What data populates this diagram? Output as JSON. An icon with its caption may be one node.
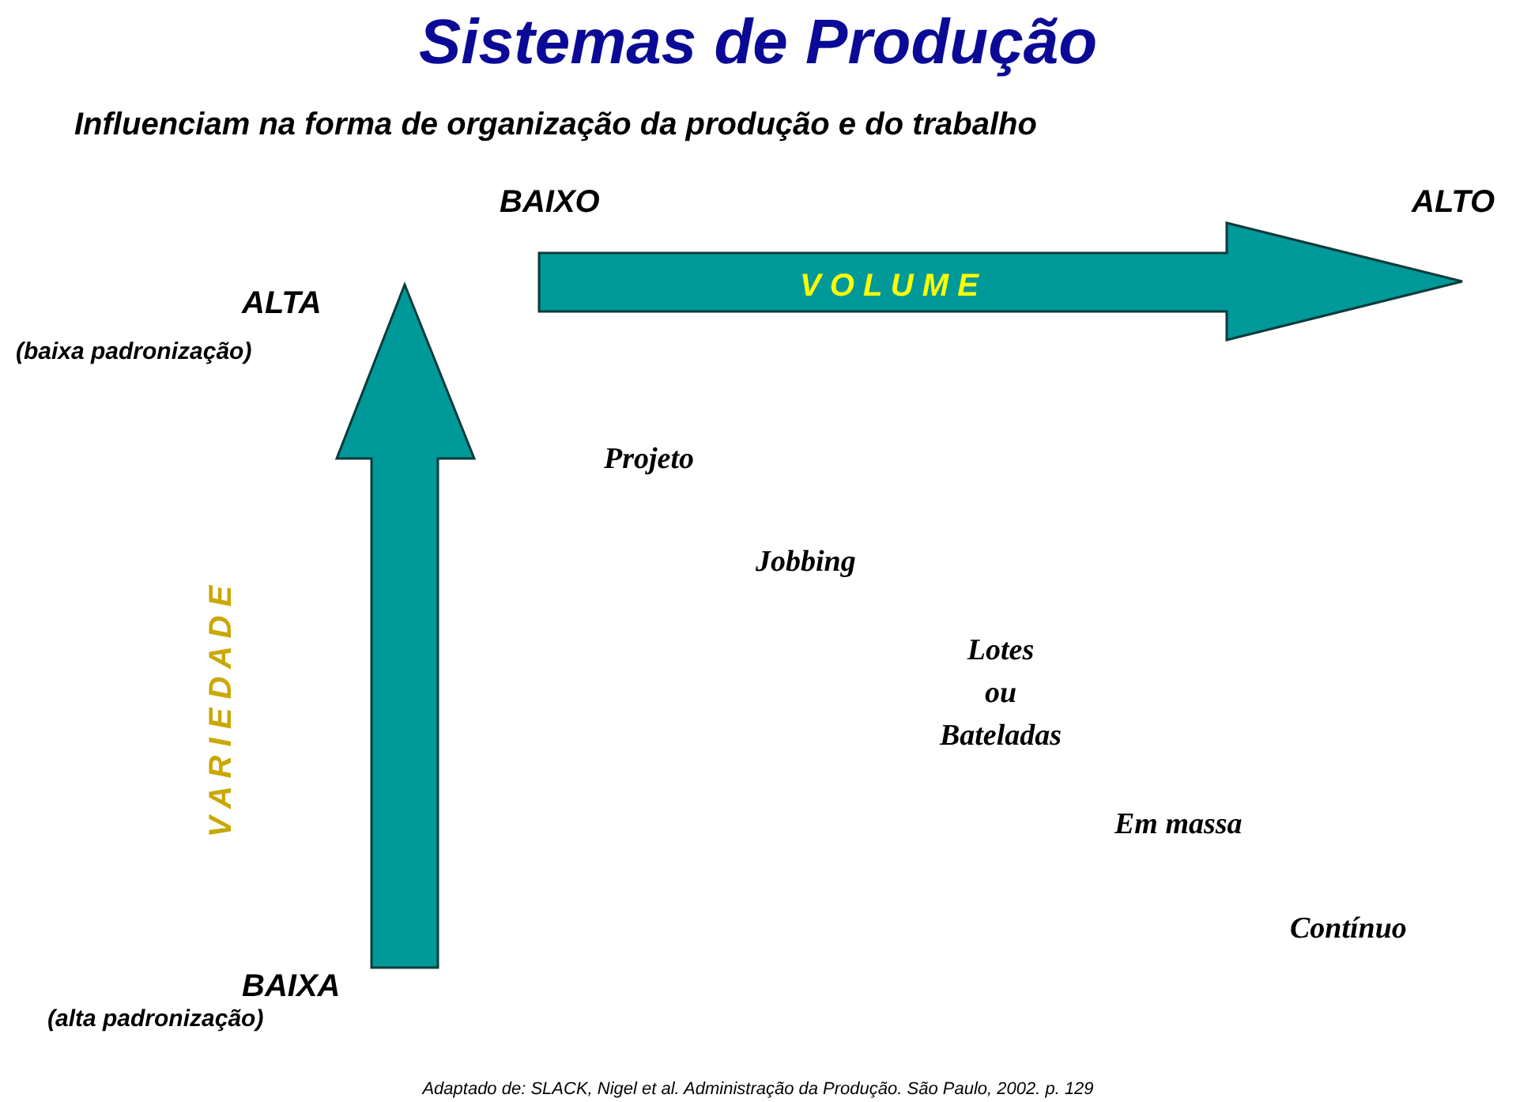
{
  "diagram": {
    "title": "Sistemas de Produção",
    "caption": "Adaptado de: SLACK, Nigel et al.  Administração da Produção. São Paulo, 2002.  p. 129",
    "labels": [
      "Influenciam na forma de organização da produção e do trabalho",
      "BAIXO",
      "ALTO",
      "V O L U M E",
      "ALTA",
      "(baixa padronização)",
      "V A R I E D A D E",
      "Projeto",
      "Jobbing",
      "Lotes ou Bateladas",
      "Em massa",
      "Contínuo",
      "BAIXA",
      "(alta padronização)"
    ]
  }
}
